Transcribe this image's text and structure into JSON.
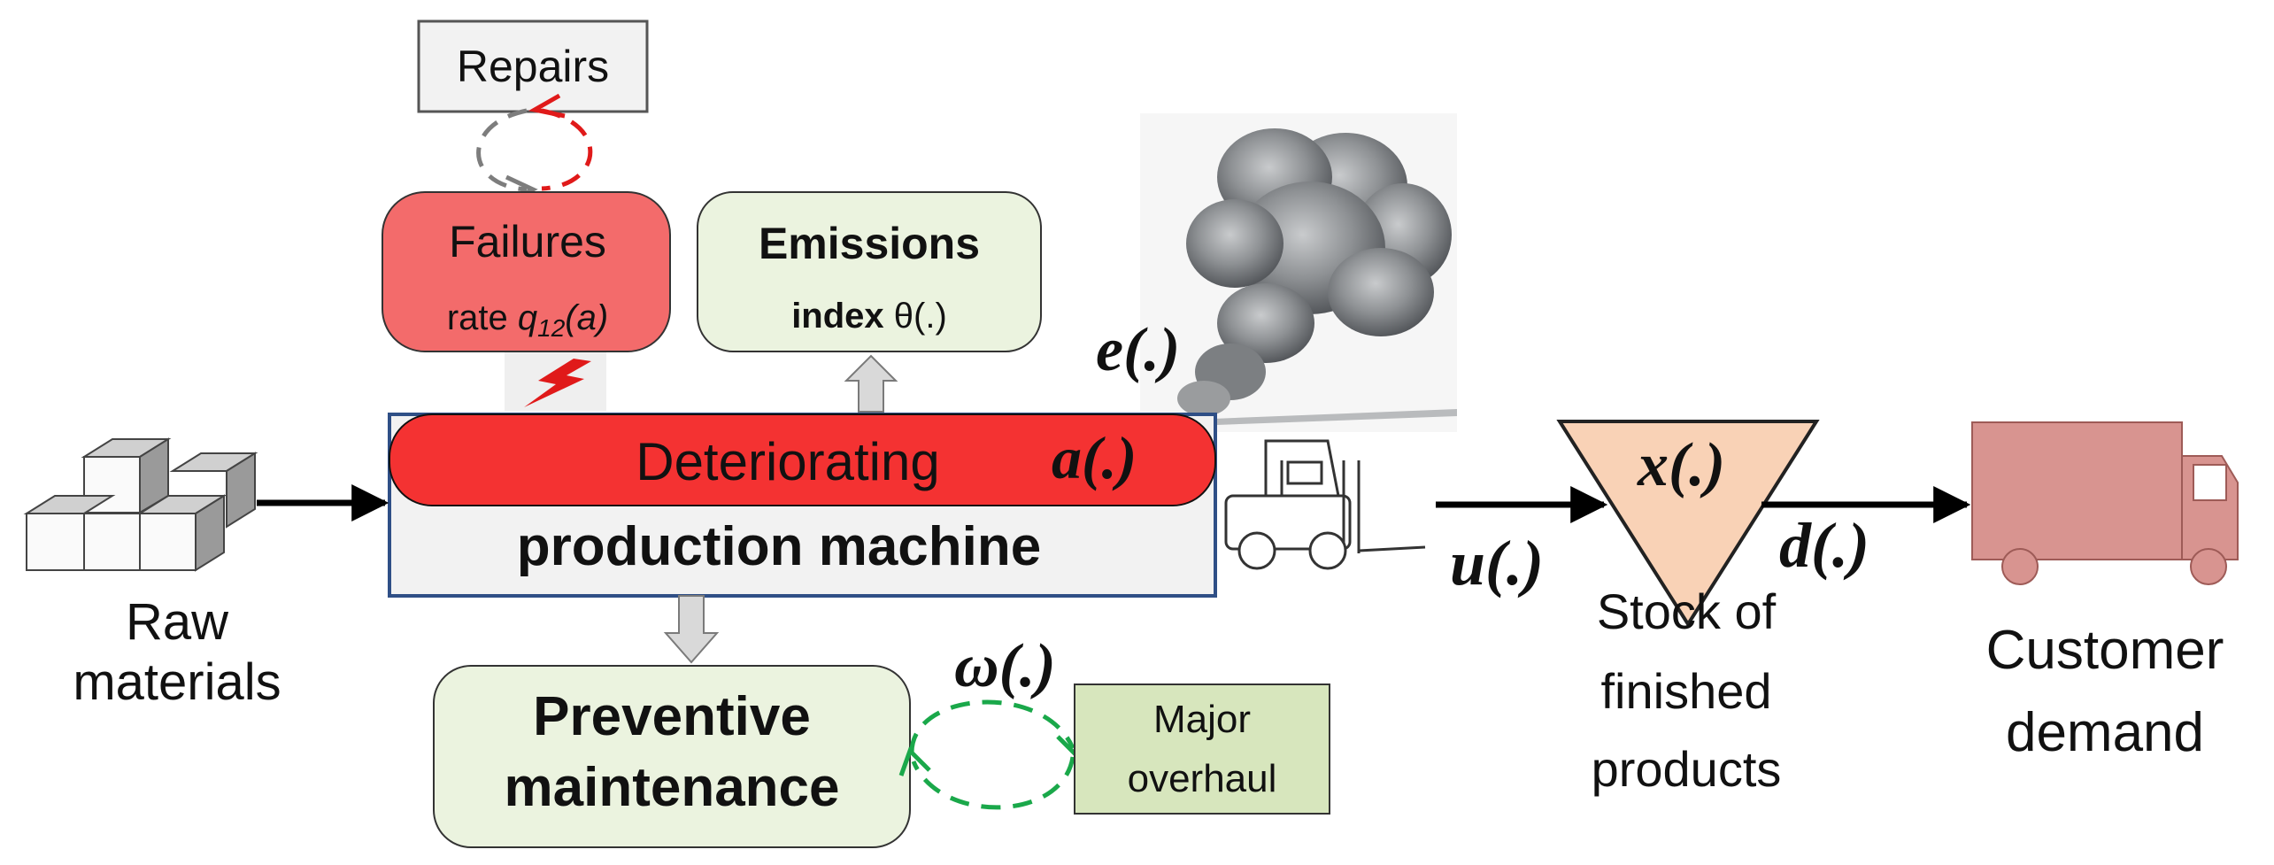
{
  "repairs": {
    "label": "Repairs"
  },
  "failures": {
    "title": "Failures",
    "rate_prefix": "rate ",
    "rate_symbol": "q",
    "rate_sub": "12",
    "rate_arg": "(a)"
  },
  "emissions": {
    "title": "Emissions",
    "index_prefix": "index",
    "index_symbol": " θ(.)"
  },
  "machine": {
    "top_label": "Deteriorating",
    "rate_var": "a(.)",
    "bottom_label": "production machine"
  },
  "raw": {
    "line1": "Raw",
    "line2": "materials"
  },
  "preventive": {
    "line1": "Preventive",
    "line2": "maintenance"
  },
  "overhaul": {
    "line1": "Major",
    "line2": "overhaul"
  },
  "vars": {
    "e": "e(.)",
    "u": "u(.)",
    "x": "x(.)",
    "d": "d(.)",
    "omega": "ω(.)"
  },
  "stock": {
    "line1": "Stock of",
    "line2": "finished",
    "line3": "products"
  },
  "customer": {
    "line1": "Customer",
    "line2": "demand"
  },
  "colors": {
    "failures_fill": "#f36b6b",
    "machine_bar": "#f43232",
    "green_fill": "#ebf3df",
    "overhaul_fill": "#d7e6bd",
    "stock_fill": "#f9d2b6",
    "truck_fill": "#d89490",
    "machine_border": "#2f4f86"
  }
}
